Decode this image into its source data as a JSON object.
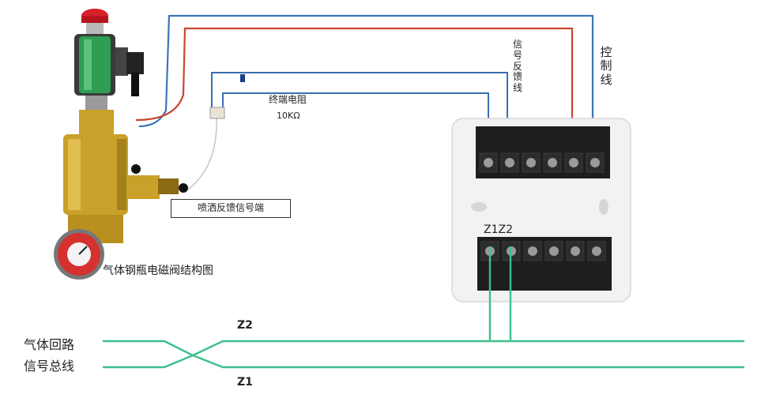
{
  "labels": {
    "resistor_name": "终端电阻",
    "resistor_value": "10KΩ",
    "feedback_line": "信号反馈线",
    "control_line": "控制线",
    "valve_title": "气体钢瓶电磁阀结构图",
    "spray_signal": "喷洒反馈信号端",
    "terminal_top_pair": "Z1Z2",
    "z2": "Z2",
    "z1": "Z1",
    "loop_bus_line1": "气体回路",
    "loop_bus_line2": "信号总线"
  },
  "colors": {
    "control_wire_blue": "#3d74b8",
    "control_wire_red": "#c9452f",
    "feedback_wire_blue": "#3b6fb0",
    "bus_green": "#3fc08c",
    "brass": "#c9a02a",
    "brass_dark": "#8a6a12",
    "gauge_red": "#d4312f",
    "coil_green": "#2f9e52",
    "terminal_block": "#1e1e1e",
    "module_body": "#f2f2f2"
  }
}
